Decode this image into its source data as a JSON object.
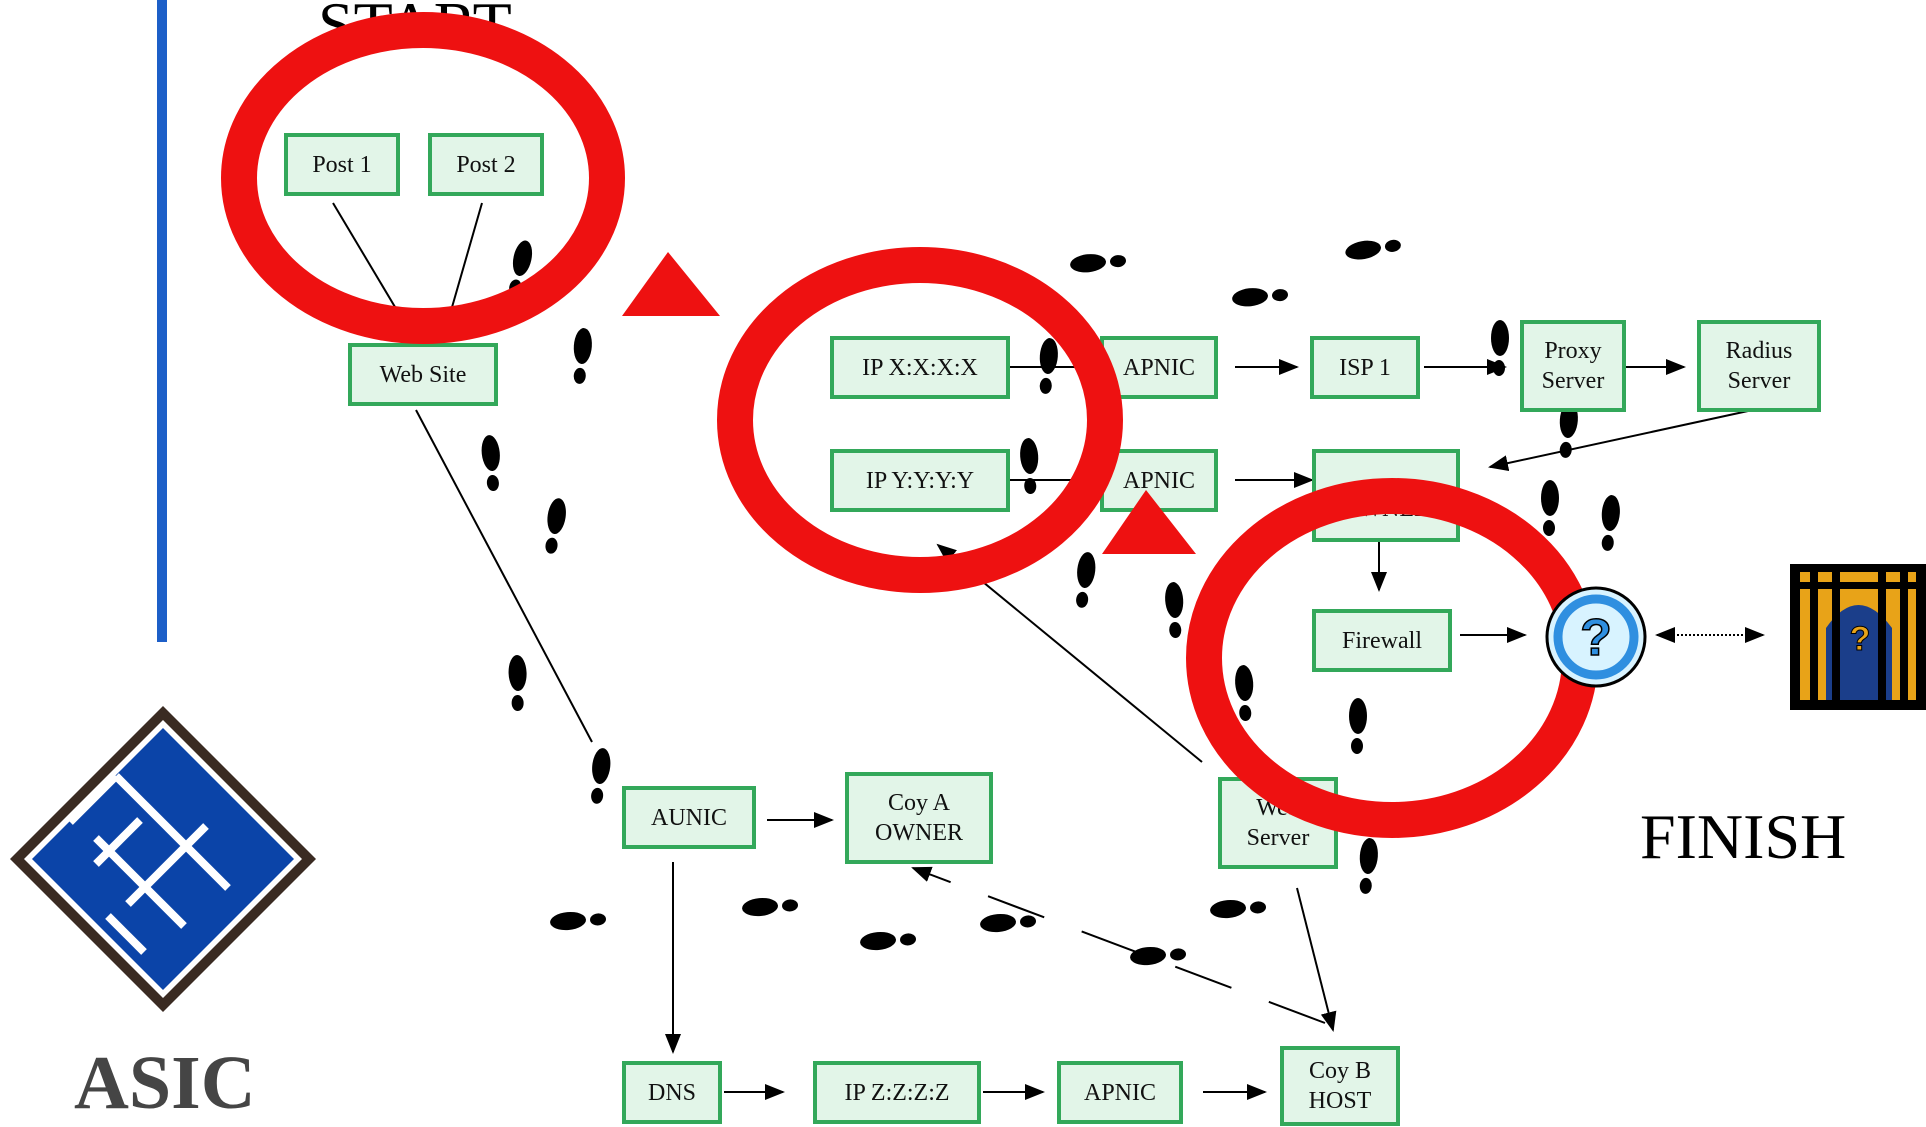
{
  "diagram": {
    "start_label": "START",
    "finish_label": "FINISH",
    "org_label": "ASIC",
    "nodes": {
      "post1": "Post 1",
      "post2": "Post 2",
      "website": "Web Site",
      "ipx": "IP X:X:X:X",
      "ipy": "IP Y:Y:Y:Y",
      "apnic1": "APNIC",
      "apnic2": "APNIC",
      "isp1": "ISP 1",
      "proxy": "Proxy\nServer",
      "radius": "Radius\nServer",
      "owner": "OWNER",
      "firewall": "Firewall",
      "webserver": "Web\nServer",
      "aunic": "AUNIC",
      "coya": "Coy A\nOWNER",
      "dns": "DNS",
      "ipz": "IP Z:Z:Z:Z",
      "apnic3": "APNIC",
      "coyb": "Coy B\nHOST"
    },
    "icons": [
      "question-icon",
      "hidden-person-icon",
      "asic-logo-icon",
      "footprint-icon",
      "warning-triangle-icon",
      "highlight-circle-icon"
    ],
    "colors": {
      "node_fill": "#e2f5e8",
      "node_border": "#33a85a",
      "highlight": "#ee1111",
      "accent_bar": "#1d5fc8",
      "logo_blue": "#0b44a8"
    }
  }
}
